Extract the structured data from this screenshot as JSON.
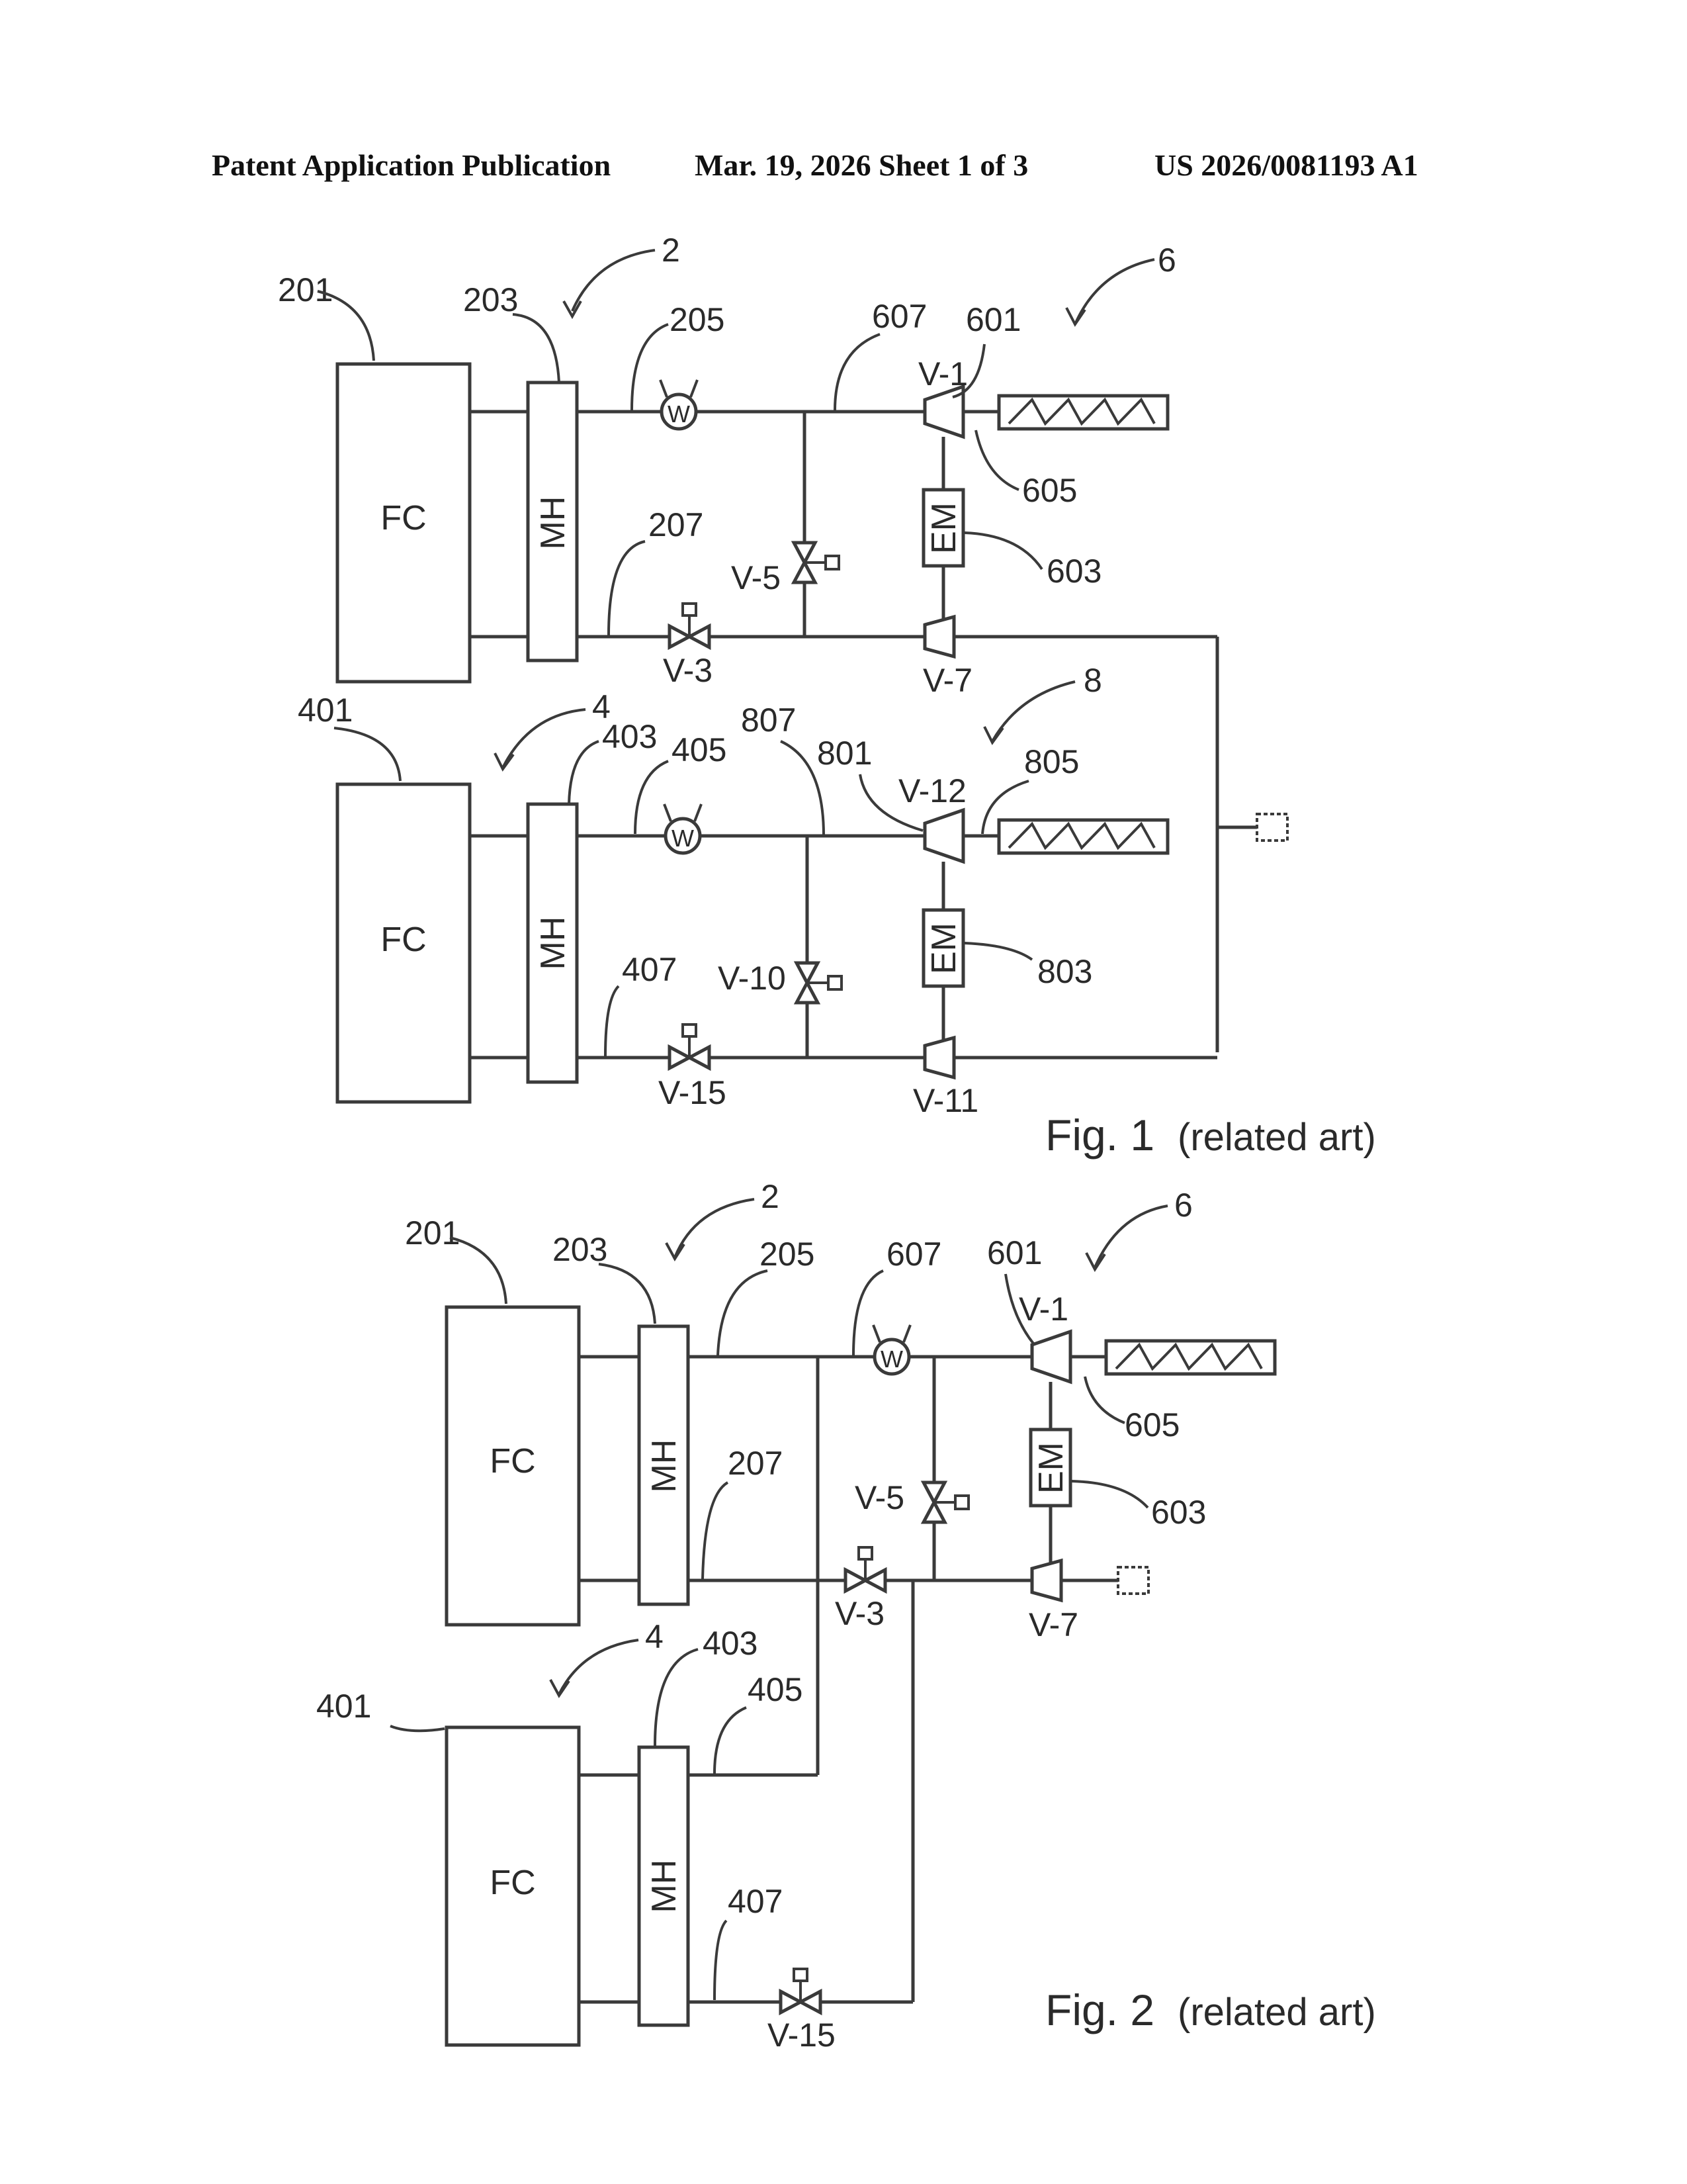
{
  "header": {
    "left": "Patent Application Publication",
    "middle": "Mar. 19, 2026  Sheet 1 of 3",
    "right": "US 2026/0081193 A1"
  },
  "box_labels": {
    "fuel_cell": "FC",
    "metal_hydride": "MH",
    "electric_motor": "EM",
    "water_pump": "W"
  },
  "fig1": {
    "caption_main": "Fig. 1",
    "caption_sub": "(related art)",
    "refs": {
      "r2": "2",
      "r6": "6",
      "r201": "201",
      "r203": "203",
      "r205": "205",
      "r607": "607",
      "r601": "601",
      "r605": "605",
      "r603": "603",
      "r207": "207",
      "v1": "V-1",
      "v5": "V-5",
      "v3": "V-3",
      "v7": "V-7",
      "r401": "401",
      "r4": "4",
      "r403": "403",
      "r405": "405",
      "r807": "807",
      "r801": "801",
      "r8": "8",
      "v12": "V-12",
      "r805": "805",
      "v10": "V-10",
      "r803": "803",
      "r407": "407",
      "v15": "V-15",
      "v11": "V-11"
    }
  },
  "fig2": {
    "caption_main": "Fig. 2",
    "caption_sub": "(related art)",
    "refs": {
      "r2": "2",
      "r6": "6",
      "r201": "201",
      "r203": "203",
      "r205": "205",
      "r607": "607",
      "r601": "601",
      "v1": "V-1",
      "r605": "605",
      "r207": "207",
      "v5": "V-5",
      "r603": "603",
      "v3": "V-3",
      "v7": "V-7",
      "r4": "4",
      "r403": "403",
      "r401": "401",
      "r405": "405",
      "r407": "407",
      "v15": "V-15"
    }
  }
}
